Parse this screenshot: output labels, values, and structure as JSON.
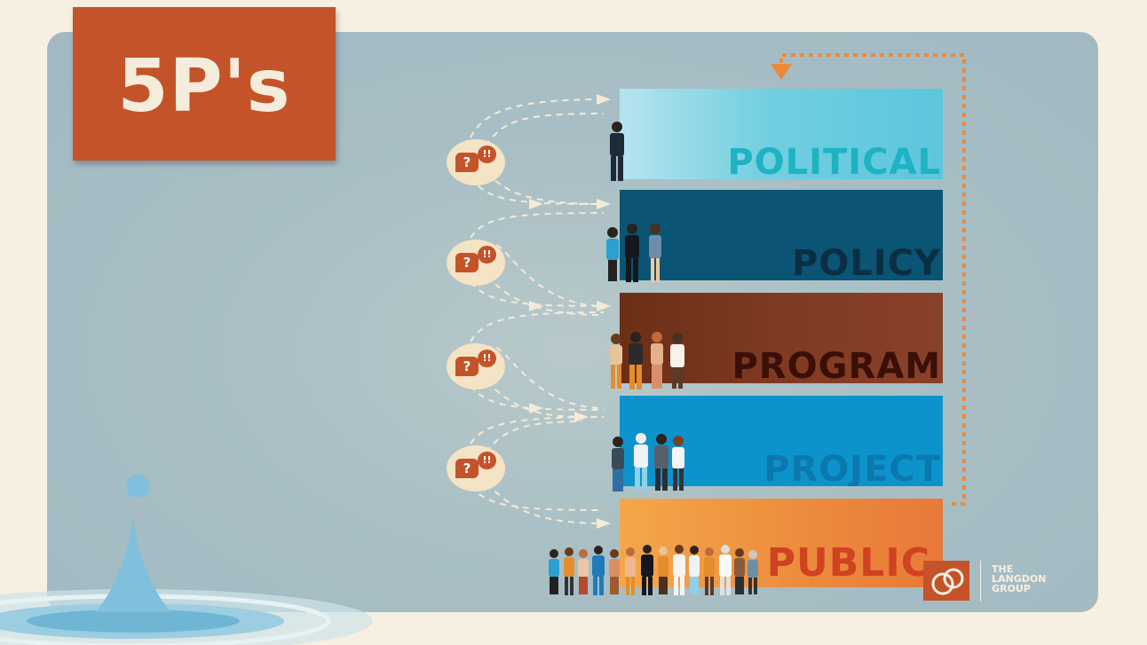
{
  "title": "5P's",
  "levels": [
    {
      "label": "POLITICAL"
    },
    {
      "label": "POLICY"
    },
    {
      "label": "PROGRAM"
    },
    {
      "label": "PROJECT"
    },
    {
      "label": "PUBLIC"
    }
  ],
  "bubble": {
    "question": "?",
    "exclaim": "!!"
  },
  "logo": {
    "line1": "THE",
    "line2": "LANGDON",
    "line3": "GROUP"
  },
  "colors": {
    "background": "#f7efe1",
    "panel": "#a9bfc5",
    "title_box": "#c4532a",
    "political": "#5cc6dd",
    "policy": "#0b5473",
    "program": "#7f3a22",
    "project": "#0d93cc",
    "public": "#ec8a3c",
    "feedback_arrow": "#ec8a3c"
  }
}
